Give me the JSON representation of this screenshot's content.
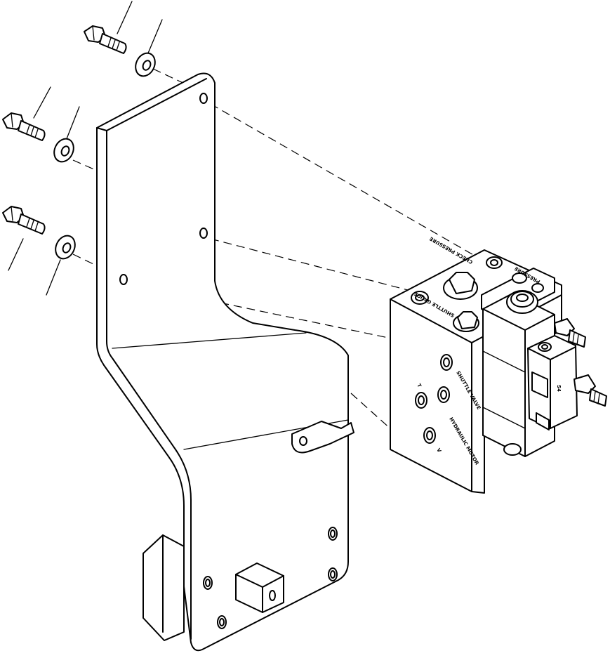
{
  "valve_labels": {
    "pressure_check": "CHECK PRESSURE",
    "pressure": "PRESSURE",
    "shuttle_gauge": "SHUTTLE GAUGE",
    "shuttle_valve": "SHUTTLE VALVE",
    "hydraulic_motor": "HYDRAULIC MOTOR",
    "port_t": "T",
    "port_v": "V",
    "solenoid_id": "S4"
  },
  "icons": [
    "bolt-icon",
    "washer-icon",
    "bracket",
    "valve-block",
    "solenoid",
    "limit-switch"
  ]
}
